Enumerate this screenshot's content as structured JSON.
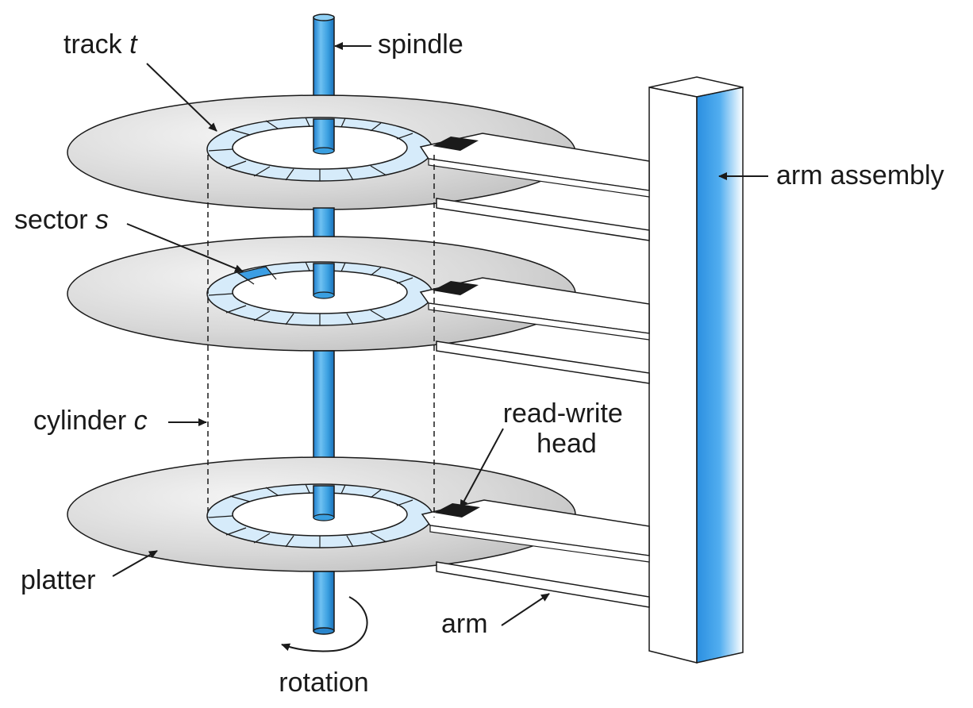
{
  "labels": {
    "track": "track",
    "track_var": "t",
    "spindle": "spindle",
    "arm_assembly": "arm assembly",
    "sector": "sector",
    "sector_var": "s",
    "cylinder": "cylinder",
    "cylinder_var": "c",
    "read_write_line1": "read-write",
    "read_write_line2": "head",
    "platter": "platter",
    "arm": "arm",
    "rotation": "rotation"
  },
  "colors": {
    "spindle_blue": "#3a9fe0",
    "track_fill": "#d6ebfa",
    "sector_highlight": "#3b9ee4",
    "head_black": "#1a1a1a"
  }
}
